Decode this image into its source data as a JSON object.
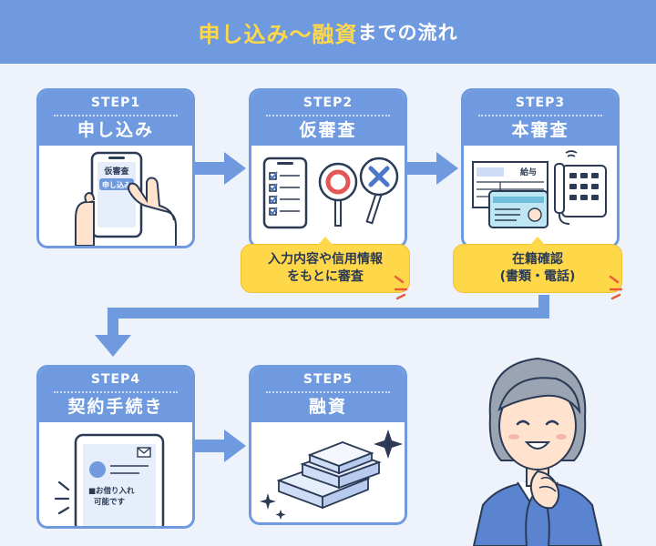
{
  "header": {
    "highlight": "申し込み〜融資",
    "rest": "までの流れ"
  },
  "steps": [
    {
      "label": "STEP1",
      "title": "申し込み"
    },
    {
      "label": "STEP2",
      "title": "仮審査"
    },
    {
      "label": "STEP3",
      "title": "本審査"
    },
    {
      "label": "STEP4",
      "title": "契約手続き"
    },
    {
      "label": "STEP5",
      "title": "融資"
    }
  ],
  "step1_phone": {
    "screen_title": "仮審査",
    "button": "申し込み"
  },
  "step3_doc": {
    "title": "給与"
  },
  "step4_phone": {
    "message_line1": "■お借り入れ",
    "message_line2": "可能です"
  },
  "bubbles": {
    "step2": {
      "line1": "入力内容や信用情報",
      "line2": "をもとに審査"
    },
    "step3": {
      "line1": "在籍確認",
      "line2": "(書類・電話)"
    }
  },
  "colors": {
    "accent": "#6f9ae0",
    "highlight": "#ffd84a",
    "background": "#eef3fb",
    "approve": "#e55656",
    "reject": "#4a78c8",
    "spark": "#e85a3c"
  }
}
